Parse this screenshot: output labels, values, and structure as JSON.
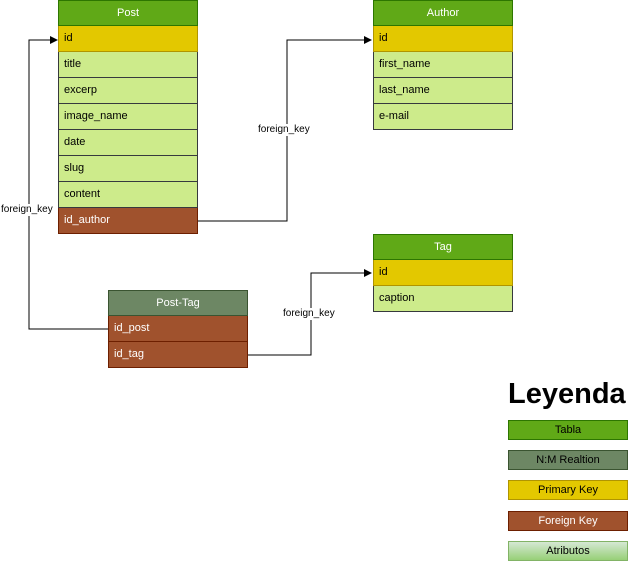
{
  "tables": {
    "post": {
      "name": "Post",
      "rows": [
        "id",
        "title",
        "excerp",
        "image_name",
        "date",
        "slug",
        "content",
        "id_author"
      ]
    },
    "author": {
      "name": "Author",
      "rows": [
        "id",
        "first_name",
        "last_name",
        "e-mail"
      ]
    },
    "tag": {
      "name": "Tag",
      "rows": [
        "id",
        "caption"
      ]
    },
    "post_tag": {
      "name": "Post-Tag",
      "rows": [
        "id_post",
        "id_tag"
      ]
    }
  },
  "relations": {
    "post_author_label": "foreign_key",
    "post_posttag_label": "foreign_key",
    "posttag_tag_label": "foreign_key"
  },
  "legend": {
    "title": "Leyenda",
    "items": [
      "Tabla",
      "N:M Realtion",
      "Primary Key",
      "Foreign Key",
      "Atributos"
    ]
  },
  "colors": {
    "table_header": "#60A917",
    "nm_relation": "#6D8764",
    "primary_key": "#E3C800",
    "foreign_key": "#A0522D",
    "attribute": "#CDEB8B"
  }
}
